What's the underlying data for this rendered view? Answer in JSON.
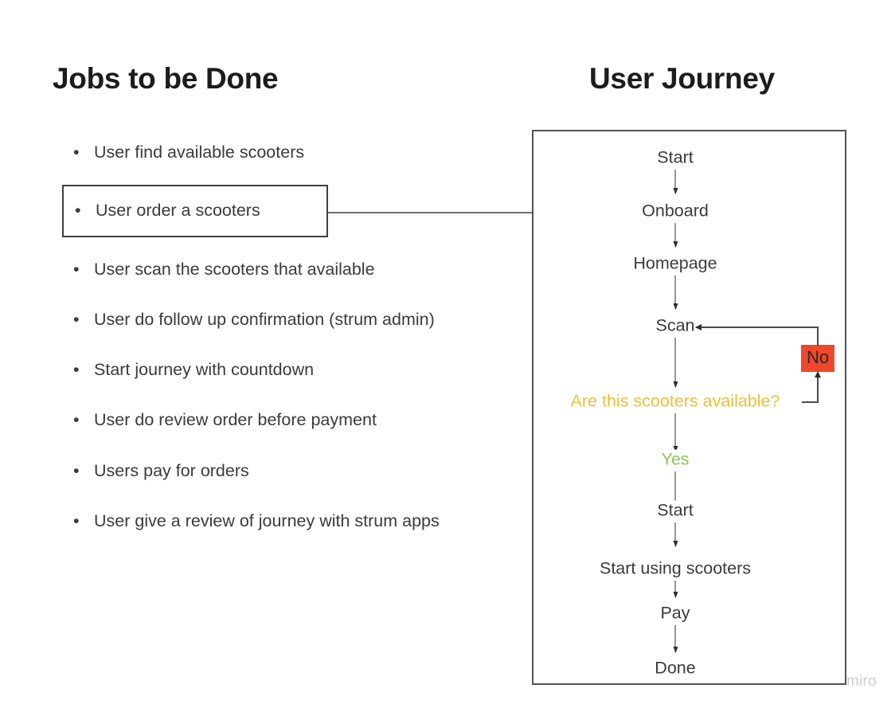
{
  "jobs": {
    "title": "Jobs to be Done",
    "items": [
      {
        "text": "User find available scooters",
        "highlighted": false
      },
      {
        "text": "User order a scooters",
        "highlighted": true
      },
      {
        "text": "User scan the scooters that available",
        "highlighted": false
      },
      {
        "text": "User do follow up confirmation (strum admin)",
        "highlighted": false
      },
      {
        "text": "Start journey with countdown",
        "highlighted": false
      },
      {
        "text": "User do review order before payment",
        "highlighted": false
      },
      {
        "text": "Users pay for orders",
        "highlighted": false
      },
      {
        "text": "User give a review of journey with strum apps",
        "highlighted": false
      }
    ],
    "bullet_glyph": "•"
  },
  "journey": {
    "title": "User Journey",
    "nodes": [
      {
        "id": "start-1",
        "label": "Start"
      },
      {
        "id": "onboard",
        "label": "Onboard"
      },
      {
        "id": "homepage",
        "label": "Homepage"
      },
      {
        "id": "scan",
        "label": "Scan"
      },
      {
        "id": "decision",
        "label": "Are this scooters available?"
      },
      {
        "id": "yes",
        "label": "Yes"
      },
      {
        "id": "start-2",
        "label": "Start"
      },
      {
        "id": "start-using",
        "label": "Start using scooters"
      },
      {
        "id": "pay",
        "label": "Pay"
      },
      {
        "id": "done",
        "label": "Done"
      }
    ],
    "no_badge": "No",
    "colors": {
      "decision_text": "#edc03a",
      "yes_text": "#8cc751",
      "no_badge_bg": "#f0472a",
      "node_text": "#3b3b3b",
      "panel_border": "#545454"
    }
  },
  "watermark": "miro"
}
